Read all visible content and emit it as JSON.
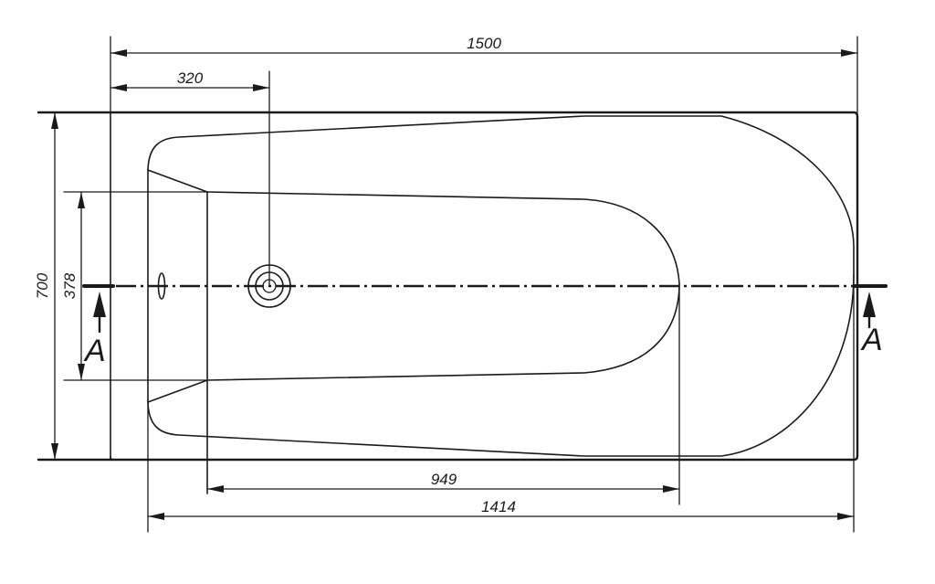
{
  "dimensions": {
    "overall_length": "1500",
    "drain_offset": "320",
    "overall_width": "700",
    "inner_width": "378",
    "inner_length": "949",
    "basin_length": "1414"
  },
  "section": {
    "left_label": "A",
    "right_label": "A"
  }
}
